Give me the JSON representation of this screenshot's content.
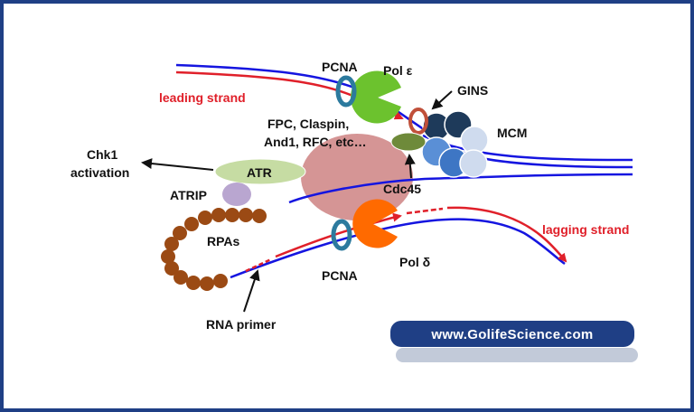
{
  "labels": {
    "pcna_top": "PCNA",
    "pol_epsilon": "Pol ε",
    "leading_strand": "leading strand",
    "gins": "GINS",
    "fpc_line1": "FPC, Claspin,",
    "fpc_line2": "And1, RFC, etc…",
    "mcm": "MCM",
    "chk1_line1": "Chk1",
    "chk1_line2": "activation",
    "atr": "ATR",
    "atrip": "ATRIP",
    "cdc45": "Cdc45",
    "rpas": "RPAs",
    "lagging_strand": "lagging strand",
    "pcna_bottom": "PCNA",
    "pol_delta": "Pol δ",
    "rna_primer": "RNA primer"
  },
  "website": "www.GolifeScience.com",
  "colors": {
    "frame": "#1f3f85",
    "template_strand": "#1515e0",
    "new_strand": "#e0202a",
    "replisome_blob": "#d08a8a",
    "pol_epsilon": "#6cc22e",
    "pol_delta": "#ff6a00",
    "pcna": "#2c7a9e",
    "gins": "#c0503a",
    "mcm_dark": "#1e3a5a",
    "mcm_light": "#cfdbee",
    "cdc45": "#6e8a3a",
    "atr": "#c6dca3",
    "atrip": "#b9a6d0",
    "rpa": "#9b4a14",
    "banner": "#1f3f85"
  }
}
